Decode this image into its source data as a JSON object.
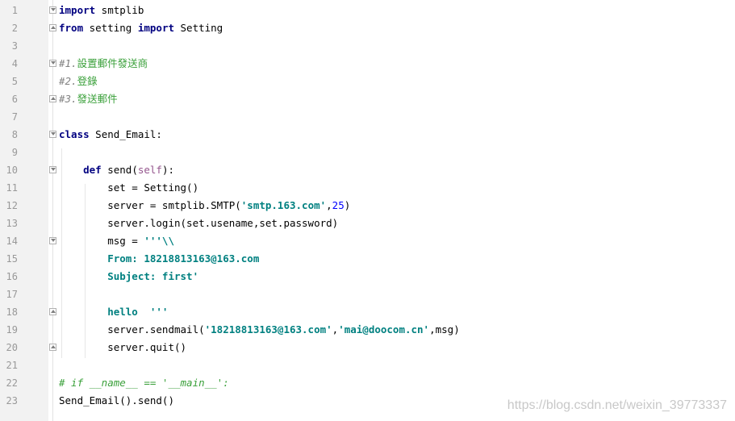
{
  "lines": [
    {
      "n": "1",
      "tokens": [
        [
          "kw",
          "import"
        ],
        [
          "plain",
          " smtplib"
        ]
      ],
      "fold": "open"
    },
    {
      "n": "2",
      "tokens": [
        [
          "kw",
          "from"
        ],
        [
          "plain",
          " setting "
        ],
        [
          "kw",
          "import"
        ],
        [
          "plain",
          " Setting"
        ]
      ],
      "fold": "close"
    },
    {
      "n": "3",
      "tokens": [],
      "fold": ""
    },
    {
      "n": "4",
      "tokens": [
        [
          "cm",
          "#1."
        ],
        [
          "cjk",
          "設置郵件發送商"
        ]
      ],
      "fold": "open"
    },
    {
      "n": "5",
      "tokens": [
        [
          "cm",
          "#2."
        ],
        [
          "cjk",
          "登錄"
        ]
      ],
      "fold": ""
    },
    {
      "n": "6",
      "tokens": [
        [
          "cm",
          "#3."
        ],
        [
          "cjk",
          "發送郵件"
        ]
      ],
      "fold": "close"
    },
    {
      "n": "7",
      "tokens": [],
      "fold": ""
    },
    {
      "n": "8",
      "tokens": [
        [
          "kw",
          "class"
        ],
        [
          "plain",
          " Send_Email:"
        ]
      ],
      "fold": "open"
    },
    {
      "n": "9",
      "tokens": [],
      "fold": ""
    },
    {
      "n": "10",
      "tokens": [
        [
          "plain",
          "    "
        ],
        [
          "kw",
          "def"
        ],
        [
          "plain",
          " send("
        ],
        [
          "self",
          "self"
        ],
        [
          "plain",
          "):"
        ]
      ],
      "fold": "open"
    },
    {
      "n": "11",
      "tokens": [
        [
          "plain",
          "        set = Setting()"
        ]
      ],
      "fold": ""
    },
    {
      "n": "12",
      "tokens": [
        [
          "plain",
          "        server = smtplib.SMTP("
        ],
        [
          "str",
          "'smtp.163.com'"
        ],
        [
          "plain",
          ","
        ],
        [
          "num",
          "25"
        ],
        [
          "plain",
          ")"
        ]
      ],
      "fold": ""
    },
    {
      "n": "13",
      "tokens": [
        [
          "plain",
          "        server.login(set.usename,set.password)"
        ]
      ],
      "fold": ""
    },
    {
      "n": "14",
      "tokens": [
        [
          "plain",
          "        msg = "
        ],
        [
          "str",
          "'''\\\\"
        ]
      ],
      "fold": "open"
    },
    {
      "n": "15",
      "tokens": [
        [
          "str",
          "        From: 18218813163@163.com"
        ]
      ],
      "fold": ""
    },
    {
      "n": "16",
      "tokens": [
        [
          "str",
          "        Subject: first'"
        ]
      ],
      "fold": ""
    },
    {
      "n": "17",
      "tokens": [],
      "fold": ""
    },
    {
      "n": "18",
      "tokens": [
        [
          "str",
          "        hello  '''"
        ]
      ],
      "fold": "close"
    },
    {
      "n": "19",
      "tokens": [
        [
          "plain",
          "        server.sendmail("
        ],
        [
          "str",
          "'18218813163@163.com'"
        ],
        [
          "plain",
          ","
        ],
        [
          "str",
          "'mai@doocom.cn'"
        ],
        [
          "plain",
          ",msg)"
        ]
      ],
      "fold": ""
    },
    {
      "n": "20",
      "tokens": [
        [
          "plain",
          "        server.quit()"
        ]
      ],
      "fold": "close"
    },
    {
      "n": "21",
      "tokens": [],
      "fold": ""
    },
    {
      "n": "22",
      "tokens": [
        [
          "cm-green",
          "# if __name__ == '__main__':"
        ]
      ],
      "fold": ""
    },
    {
      "n": "23",
      "tokens": [
        [
          "plain",
          "Send_Email().send()"
        ]
      ],
      "fold": ""
    }
  ],
  "watermark": "https://blog.csdn.net/weixin_39773337"
}
